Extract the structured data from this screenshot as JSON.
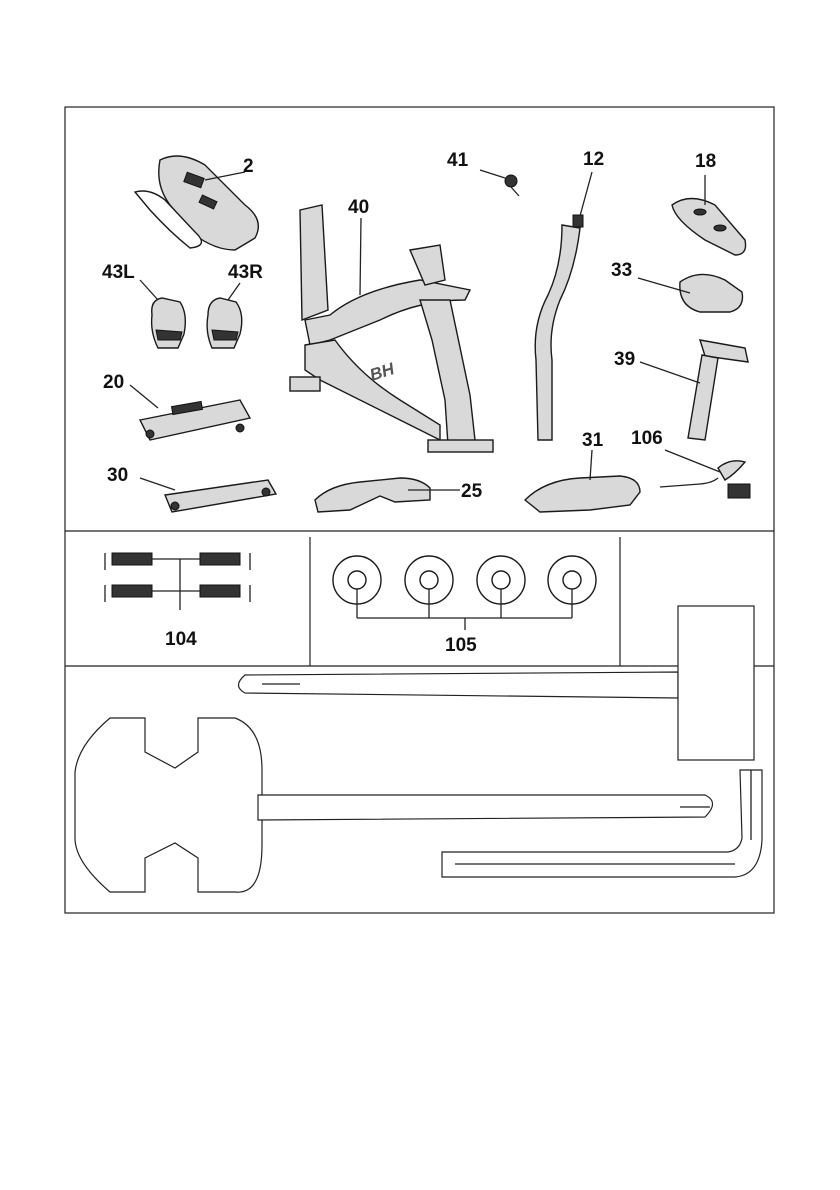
{
  "labels": {
    "p2": "2",
    "p41": "41",
    "p12": "12",
    "p18": "18",
    "p40": "40",
    "p43L": "43L",
    "p43R": "43R",
    "p33": "33",
    "p20": "20",
    "p39": "39",
    "p30": "30",
    "p25": "25",
    "p31": "31",
    "p106": "106",
    "p104": "104",
    "p105": "105"
  },
  "brand_mark": "BH"
}
